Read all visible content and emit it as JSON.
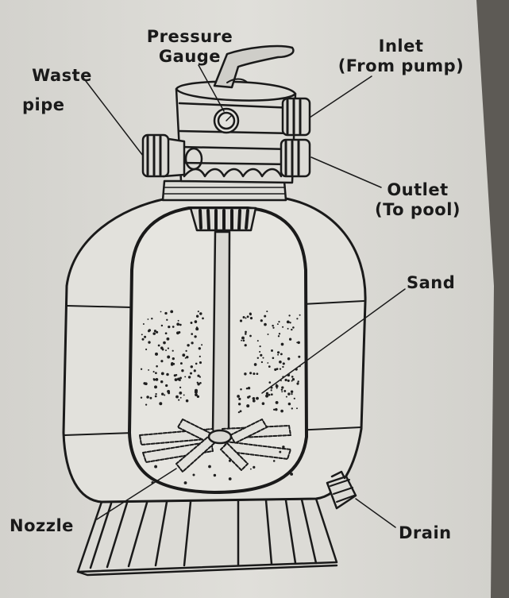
{
  "diagram": {
    "labels": {
      "pressure_gauge": [
        "Pressure",
        "Gauge"
      ],
      "waste_pipe": [
        "Waste",
        "pipe"
      ],
      "inlet": [
        "Inlet",
        "(From pump)"
      ],
      "outlet": [
        "Outlet",
        "(To pool)"
      ],
      "sand": "Sand",
      "nozzle": "Nozzle",
      "drain": "Drain"
    }
  },
  "colors": {
    "paper": "#dddcd7",
    "ink": "#1a1a1a",
    "background_edge": "#5d5a55"
  }
}
